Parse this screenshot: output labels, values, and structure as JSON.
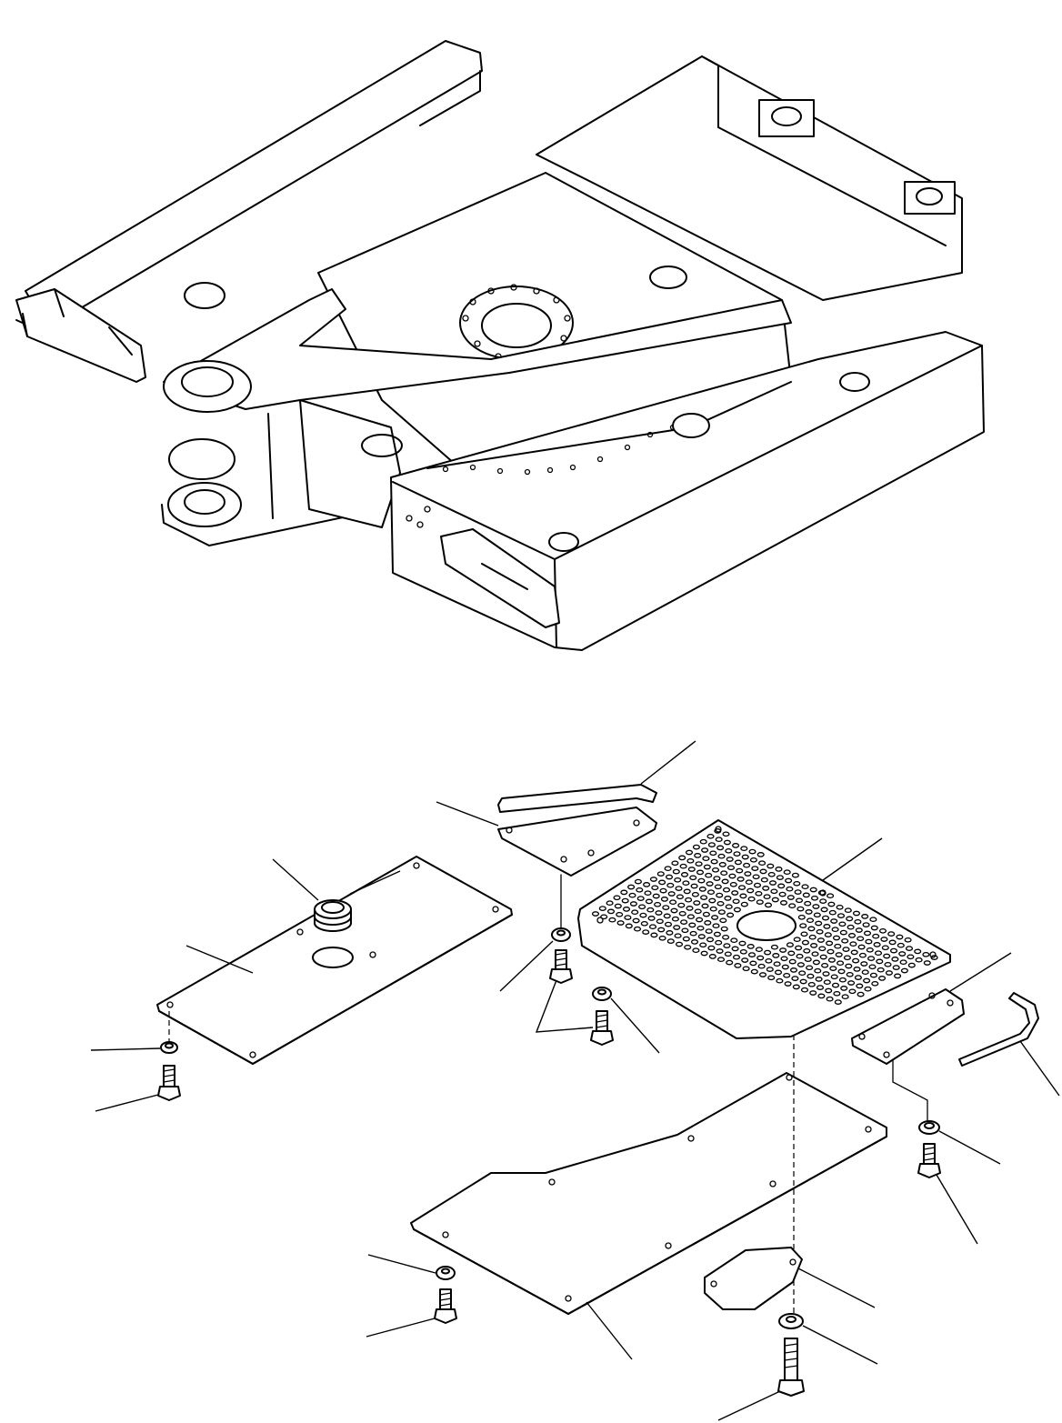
{
  "figure": {
    "upper_view": "track-frame-assembly",
    "lower_view": "undercover-plates-exploded",
    "callout_labels": []
  },
  "icons": {
    "frame": "track-frame-outline",
    "plate": "cover-plate-outline",
    "perforated": "perforated-cover-outline",
    "bolt": "hex-bolt-glyph",
    "washer": "washer-glyph",
    "plug": "rubber-plug-glyph"
  },
  "colors": {
    "line": "#000000",
    "background": "#ffffff"
  }
}
